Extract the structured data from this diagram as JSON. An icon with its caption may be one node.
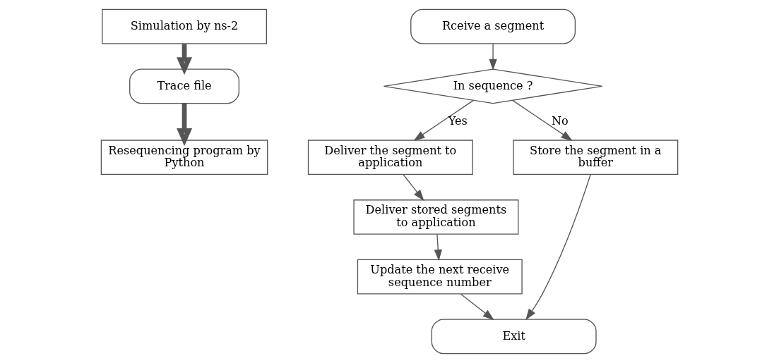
{
  "diagram": {
    "nodes": [
      {
        "text": [
          "Simulation by ns-2"
        ]
      },
      {
        "text": [
          "Trace file"
        ]
      },
      {
        "text": [
          "Resequencing program by Python"
        ]
      },
      {
        "text": [
          "Rceive a segment"
        ]
      },
      {
        "text": [
          "In sequence ?"
        ]
      },
      {
        "text": [
          "Deliver the segment to application"
        ]
      },
      {
        "text": [
          "Store the segment in a buffer"
        ]
      },
      {
        "text": [
          "Deliver stored segments to application"
        ]
      },
      {
        "text": [
          "Update the next receive sequence number"
        ]
      },
      {
        "text": [
          "Exit"
        ]
      }
    ],
    "edges": [
      {
        "from": 0,
        "to": 1,
        "arrow": "to",
        "style": "thick"
      },
      {
        "from": 1,
        "to": 2,
        "arrow": "to",
        "style": "thick"
      },
      {
        "from": 3,
        "to": 4,
        "arrow": "to"
      },
      {
        "from": 4,
        "to": 5,
        "arrow": "to",
        "label": "Yes"
      },
      {
        "from": 4,
        "to": 6,
        "arrow": "to",
        "label": "No"
      },
      {
        "from": 5,
        "to": 7,
        "arrow": "to"
      },
      {
        "from": 7,
        "to": 8,
        "arrow": "to"
      },
      {
        "from": 8,
        "to": 9,
        "arrow": "to"
      },
      {
        "from": 6,
        "to": 9,
        "arrow": "to"
      }
    ]
  }
}
